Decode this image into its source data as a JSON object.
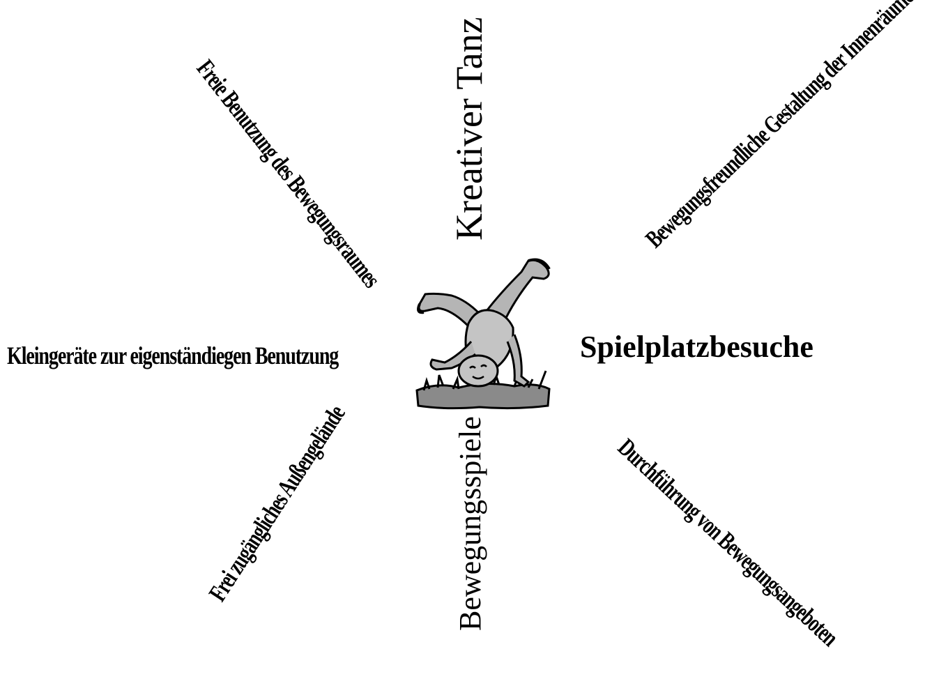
{
  "diagram": {
    "center_image": "child-handstand-icon",
    "labels": {
      "top": "Kreativer Tanz",
      "top_right": "Bewegungsfreundliche Gestaltung der Innenräume",
      "right": "Spielplatzbesuche",
      "bottom_right": "Durchführung von Bewegungsangeboten",
      "bottom": "Bewegungsspiele",
      "bottom_left": "Frei zugängliches Außengelände",
      "left": "Kleingeräte zur eigenständiegen Benutzung",
      "top_left": "Freie Benutzung des Bewegungsraumes"
    }
  }
}
